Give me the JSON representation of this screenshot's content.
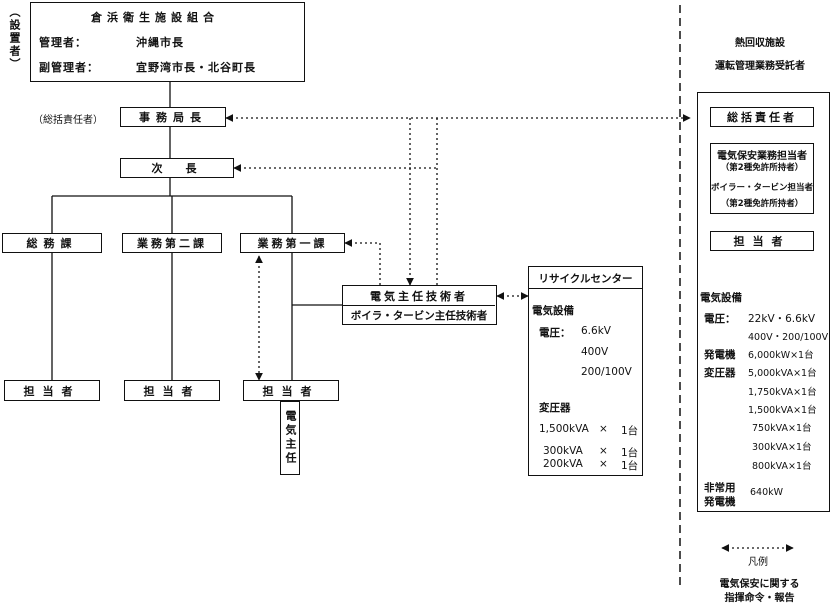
{
  "establisher": {
    "side_label": "（設置者）",
    "title": "倉浜衛生施設組合",
    "manager_label": "管理者：",
    "manager_value": "沖縄市長",
    "vice_label": "副管理者：",
    "vice_value": "宜野湾市長・北谷町長"
  },
  "general_responsible_label": "（総括責任者）",
  "nodes": {
    "director": "事務局長",
    "deputy": "次　長",
    "general_affairs": "総務課",
    "business2": "業務第二課",
    "business1": "業務第一課",
    "staff1": "担当者",
    "staff2": "担当者",
    "staff3": "担当者",
    "staff3_sub": "電気主任",
    "chief_engineer_line1": "電気主任技術者",
    "chief_engineer_line2": "ボイラ・タービン主任技術者"
  },
  "recycle_center": {
    "title": "リサイクルセンター",
    "equipment_label": "電気設備",
    "voltage_label": "電圧：",
    "voltages": [
      "6.6kV",
      "400V",
      "200/100V"
    ],
    "transformer_label": "変圧器",
    "transformers": [
      {
        "cap": "1,500kVA",
        "x": "×",
        "qty": "1台"
      },
      {
        "cap": "300kVA",
        "x": "×",
        "qty": "1台"
      },
      {
        "cap": "200kVA",
        "x": "×",
        "qty": "1台"
      }
    ]
  },
  "heat_recovery": {
    "header1": "熱回収施設",
    "header2": "運転管理業務受託者",
    "general_responsible": "総括責任者",
    "elec_officer": "電気保安業務担当者",
    "elec_officer_sub": "（第2種免許所持者）",
    "boiler_officer": "ボイラー・タービン担当者",
    "boiler_officer_sub": "（第2種免許所持者）",
    "staff": "担当者",
    "equipment_label": "電気設備",
    "voltage_label": "電圧：",
    "voltage1": "22kV・6.6kV",
    "voltage2": "400V・200/100V",
    "generator_label": "発電機",
    "generator_value": "6,000kW×1台",
    "transformer_label": "変圧器",
    "transformers": [
      "5,000kVA×1台",
      "1,750kVA×1台",
      "1,500kVA×1台",
      "750kVA×1台",
      "300kVA×1台",
      "800kVA×1台"
    ],
    "emergency_label1": "非常用",
    "emergency_label2": "発電機",
    "emergency_value": "640kW"
  },
  "legend": {
    "title": "凡例",
    "desc1": "電気保安に関する",
    "desc2": "指揮命令・報告"
  }
}
